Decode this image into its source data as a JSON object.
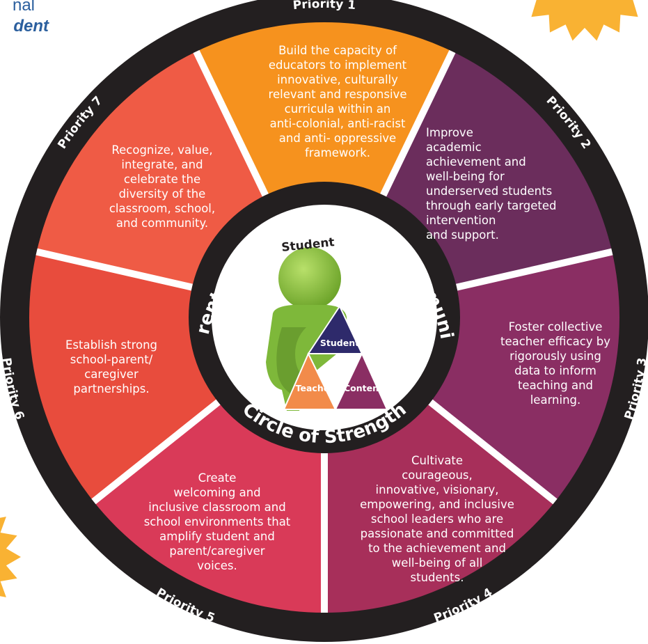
{
  "header": {
    "line1": "nal",
    "line2": "dent"
  },
  "outer_ring": {
    "labels": [
      "Priority 1",
      "Priority 2",
      "Priority 3",
      "Priority 4",
      "Priority 5",
      "Priority 6",
      "Priority 7"
    ]
  },
  "inner_ring": {
    "top": "Parents, Caregivers, and Community",
    "bottom": "Circle of Strength"
  },
  "center": {
    "student_label": "Student",
    "triangle_student": "Student",
    "triangle_teacher": "Teacher",
    "triangle_content": "Content"
  },
  "priorities": [
    {
      "lines": [
        "Build the capacity of",
        "educators to implement",
        "innovative, culturally",
        "relevant and responsive",
        "curricula within an",
        "anti-colonial, anti-racist",
        "and anti- oppressive",
        "framework."
      ],
      "color": "#f6921e"
    },
    {
      "lines": [
        "Improve",
        "academic",
        "achievement and",
        "well-being for",
        "underserved students",
        "through early targeted",
        "intervention",
        "and support."
      ],
      "color": "#6b2d5c"
    },
    {
      "lines": [
        "Foster collective",
        "teacher efficacy by",
        "rigorously using",
        "data to inform",
        "teaching and",
        "learning."
      ],
      "color": "#8a2e63"
    },
    {
      "lines": [
        "Cultivate",
        "courageous,",
        "innovative, visionary,",
        "empowering, and inclusive",
        "school leaders who are",
        "passionate and committed",
        "to the achievement and",
        "well-being of all",
        "students."
      ],
      "color": "#a72f5a"
    },
    {
      "lines": [
        "Create",
        "welcoming and",
        "inclusive classroom and",
        "school environments that",
        "amplify student and",
        "parent/caregiver",
        "voices."
      ],
      "color": "#d93a58"
    },
    {
      "lines": [
        "Establish strong",
        "school-parent/",
        "caregiver",
        "partnerships."
      ],
      "color": "#e84c3d"
    },
    {
      "lines": [
        "Recognize, value,",
        "integrate, and",
        "celebrate the",
        "diversity of the",
        "classroom, school,",
        "and community."
      ],
      "color": "#ef5b45"
    }
  ],
  "colors": {
    "ring_dark": "#231f20",
    "separator": "#ffffff",
    "accent_yellow": "#f9b233",
    "header_blue": "#2b5f9e",
    "figure_green": "#8cc63f",
    "tri_student": "#2e2a6b",
    "tri_teacher": "#f28b4a",
    "tri_content": "#8a2e63"
  }
}
